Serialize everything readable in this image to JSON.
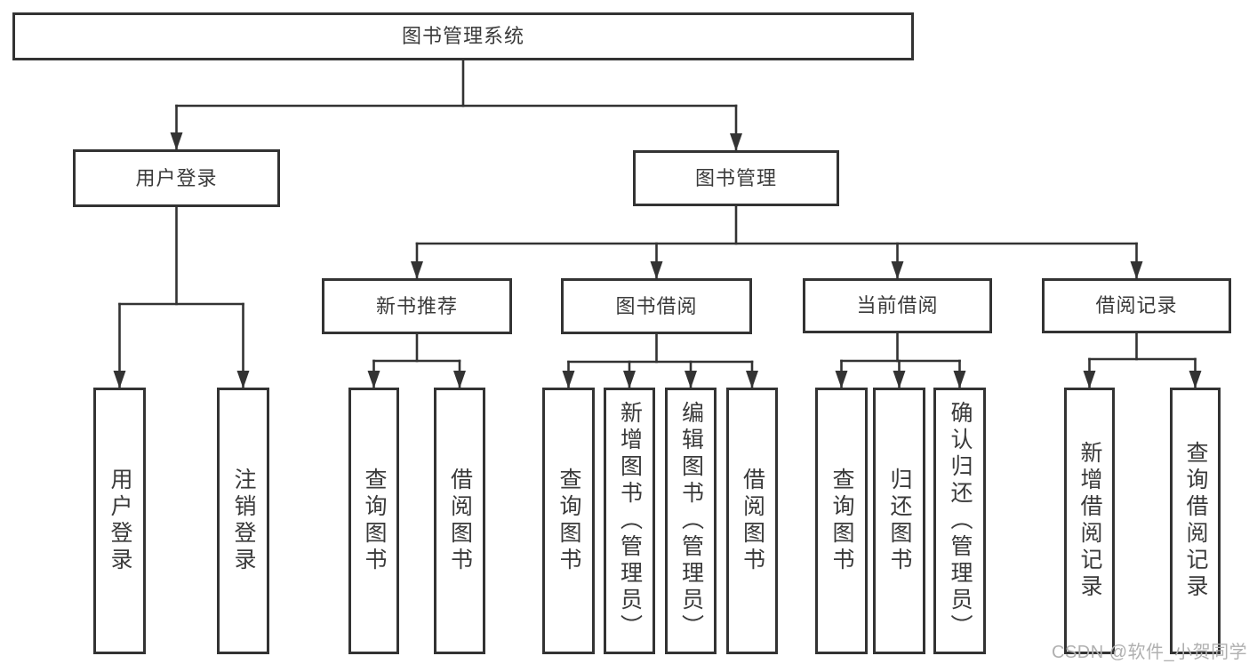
{
  "watermark": "CSDN @软件_小贺同学",
  "diagram": {
    "colors": {
      "line": "#333333",
      "box_border": "#333333",
      "text": "#3a3a3a",
      "watermark": "#b0b0b0",
      "background": "#ffffff"
    },
    "tree": {
      "id": "system-root",
      "label": "图书管理系统",
      "children": [
        {
          "id": "user-login",
          "label": "用户登录",
          "children": [
            {
              "id": "leaf-user-login",
              "label": "用户登录"
            },
            {
              "id": "leaf-logout",
              "label": "注销登录"
            }
          ]
        },
        {
          "id": "book-management",
          "label": "图书管理",
          "children": [
            {
              "id": "new-book-recommendation",
              "label": "新书推荐",
              "children": [
                {
                  "id": "leaf-query-books-recommend",
                  "label": "查询图书"
                },
                {
                  "id": "leaf-borrow-books-recommend",
                  "label": "借阅图书"
                }
              ]
            },
            {
              "id": "book-borrowing",
              "label": "图书借阅",
              "children": [
                {
                  "id": "leaf-query-books-borrow",
                  "label": "查询图书"
                },
                {
                  "id": "leaf-add-books-admin",
                  "label": "新增图书（管理员）"
                },
                {
                  "id": "leaf-edit-books-admin",
                  "label": "编辑图书（管理员）"
                },
                {
                  "id": "leaf-borrow-books-borrow",
                  "label": "借阅图书"
                }
              ]
            },
            {
              "id": "current-borrowing",
              "label": "当前借阅",
              "children": [
                {
                  "id": "leaf-query-books-current",
                  "label": "查询图书"
                },
                {
                  "id": "leaf-return-books",
                  "label": "归还图书"
                },
                {
                  "id": "leaf-confirm-return-admin",
                  "label": "确认归还（管理员）"
                }
              ]
            },
            {
              "id": "borrowing-records",
              "label": "借阅记录",
              "children": [
                {
                  "id": "leaf-add-borrow-record",
                  "label": "新增借阅记录"
                },
                {
                  "id": "leaf-query-borrow-record",
                  "label": "查询借阅记录"
                }
              ]
            }
          ]
        }
      ]
    }
  }
}
